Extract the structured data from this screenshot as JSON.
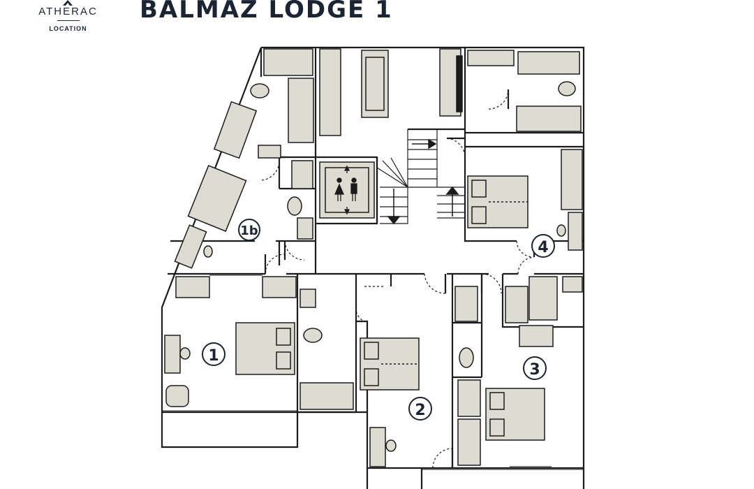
{
  "header": {
    "brand_name": "ATHERAC",
    "brand_sub": "LOCATION",
    "title": "BALMAZ LODGE 1"
  },
  "rooms": {
    "r1": "1",
    "r1b": "1b",
    "r2": "2",
    "r3": "3",
    "r4": "4"
  },
  "colors": {
    "wall": "#1b1b1b",
    "furniture": "#dcdcd2",
    "ink": "#1b2433"
  },
  "icons": [
    "elevator-icon",
    "stair-up-arrow-icon",
    "stair-down-arrow-icon",
    "double-bed-icon",
    "single-bed-icon",
    "toilet-icon",
    "sink-icon",
    "bathtub-icon",
    "shower-icon",
    "sofa-icon",
    "tv-icon",
    "desk-icon",
    "chair-icon",
    "wardrobe-icon",
    "armchair-icon"
  ]
}
